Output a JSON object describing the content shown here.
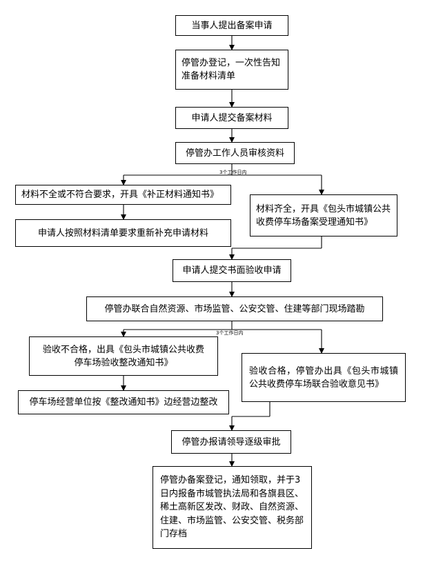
{
  "nodes": {
    "n1": "当事人提出备案申请",
    "n2": "停管办登记，一次性告知准备材料清单",
    "n3": "申请人提交备案材料",
    "n4": "停管办工作人员审核资料",
    "n5": "材料不全或不符合要求，开具《补正材料通知书》",
    "n6": "申请人按照材料清单要求重新补充申请材料",
    "n7": "材料齐全，开具《包头市城镇公共收费停车场备案受理通知书》",
    "n8": "申请人提交书面验收申请",
    "n9": "停管办联合自然资源、市场监管、公安交管、住建等部门现场踏勘",
    "n10": "验收不合格，出具《包头市城镇公共收费停车场验收整改通知书》",
    "n11": "停车场经营单位按《整改通知书》边经营边整改",
    "n12": "验收合格，停管办出具《包头市城镇公共收费停车场联合验收意见书》",
    "n13": "停管办报请领导逐级审批",
    "n14": "停管办备案登记，通知领取，并于3日内报备市城管执法局和各旗县区、稀土高新区发改、财政、自然资源、住建、市场监管、公安交管、税务部门存档"
  },
  "notes": {
    "deadline1": "3个工作日内",
    "deadline2": "3个工作日内"
  }
}
